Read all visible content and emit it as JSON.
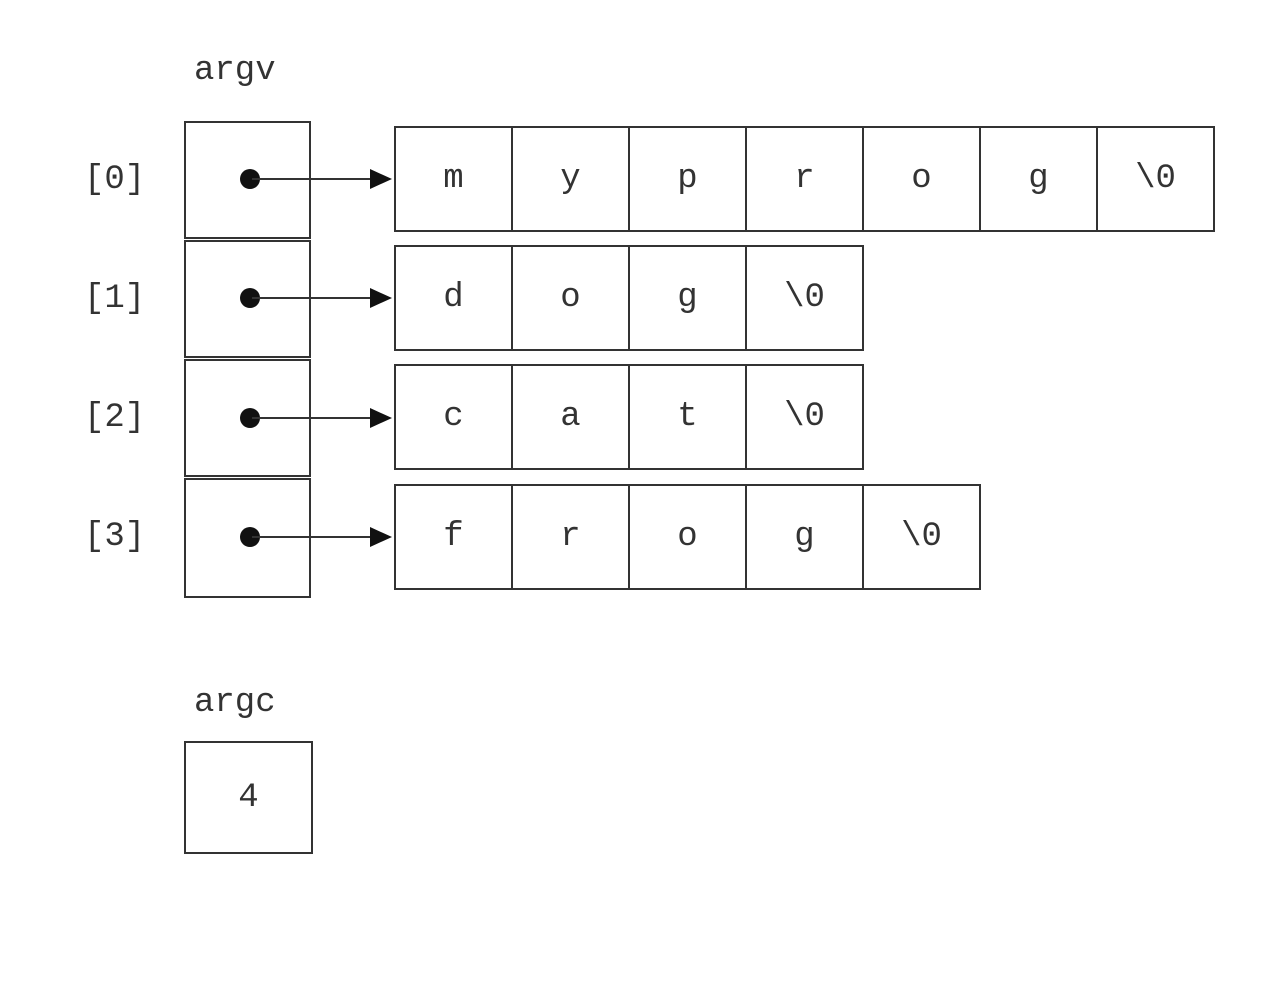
{
  "argv_label": "argv",
  "argc_label": "argc",
  "argc_value": "4",
  "rows": [
    {
      "index": "[0]",
      "chars": [
        "m",
        "y",
        "p",
        "r",
        "o",
        "g",
        "\\0"
      ]
    },
    {
      "index": "[1]",
      "chars": [
        "d",
        "o",
        "g",
        "\\0"
      ]
    },
    {
      "index": "[2]",
      "chars": [
        "c",
        "a",
        "t",
        "\\0"
      ]
    },
    {
      "index": "[3]",
      "chars": [
        "f",
        "r",
        "o",
        "g",
        "\\0"
      ]
    }
  ],
  "colors": {
    "line": "#333333",
    "dot": "#111111",
    "text": "#333333"
  }
}
